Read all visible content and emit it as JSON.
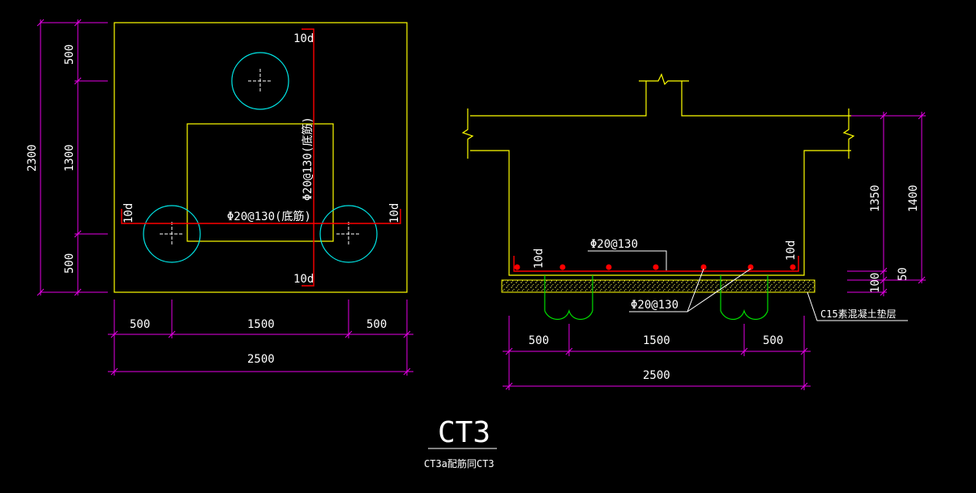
{
  "plan": {
    "dims_left": [
      "500",
      "1300",
      "500"
    ],
    "dim_total_left": "2300",
    "dims_bottom": [
      "500",
      "1500",
      "500"
    ],
    "dim_total_bottom": "2500",
    "rebar_horizontal": "Φ20@130(底筋)",
    "rebar_vertical": "Φ20@130(底筋)",
    "anchor_top": "10d",
    "anchor_bottom": "10d",
    "anchor_left": "10d",
    "anchor_right": "10d"
  },
  "section": {
    "rebar_top": "Φ20@130",
    "rebar_bottom": "Φ20@130",
    "anchor_left": "10d",
    "anchor_right": "10d",
    "cushion_label": "C15素混凝土垫层",
    "dims_right_inner": [
      "1350",
      "50",
      "100"
    ],
    "dim_right_total": "1400",
    "dims_bottom": [
      "500",
      "1500",
      "500"
    ],
    "dim_total_bottom": "2500"
  },
  "title": {
    "main": "CT3",
    "sub": "CT3a配筋同CT3"
  },
  "colors": {
    "dimension": "#e600e6",
    "outline": "#ffff00",
    "rebar": "#ff0000",
    "pile": "#00e5e5",
    "pile_section": "#00dd00"
  }
}
